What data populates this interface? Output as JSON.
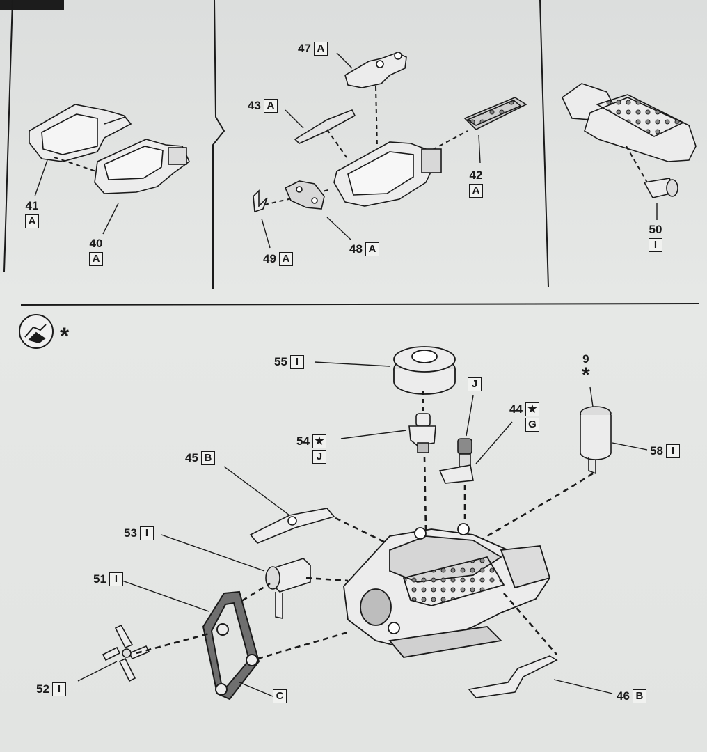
{
  "top_left": {
    "p41": {
      "num": "41",
      "letter": "A"
    },
    "p40": {
      "num": "40",
      "letter": "A"
    }
  },
  "top_middle": {
    "p47": {
      "num": "47",
      "letter": "A"
    },
    "p43": {
      "num": "43",
      "letter": "A"
    },
    "p42": {
      "num": "42",
      "letter": "A"
    },
    "p49": {
      "num": "49",
      "letter": "A"
    },
    "p48": {
      "num": "48",
      "letter": "A"
    }
  },
  "top_right": {
    "p50": {
      "num": "50",
      "letter": "I"
    }
  },
  "step": {
    "icon": "paint-brush-icon",
    "star": "*"
  },
  "bottom": {
    "p55": {
      "num": "55",
      "letter": "I"
    },
    "p54": {
      "num": "54",
      "letter": "★",
      "letter2": "J"
    },
    "pJ": {
      "letter": "J"
    },
    "p44": {
      "num": "44",
      "letter": "★",
      "letter2": "G"
    },
    "p9": {
      "num": "9",
      "star": "*"
    },
    "p58": {
      "num": "58",
      "letter": "I"
    },
    "p45": {
      "num": "45",
      "letter": "B"
    },
    "p53": {
      "num": "53",
      "letter": "I"
    },
    "p51": {
      "num": "51",
      "letter": "I"
    },
    "p52": {
      "num": "52",
      "letter": "I"
    },
    "pC": {
      "letter": "C"
    },
    "p46": {
      "num": "46",
      "letter": "B"
    }
  },
  "colors": {
    "ink": "#1a1a1a",
    "part_fill": "#ececec",
    "part_shade": "#bdbdbd",
    "paper": "#e2e4e2"
  }
}
